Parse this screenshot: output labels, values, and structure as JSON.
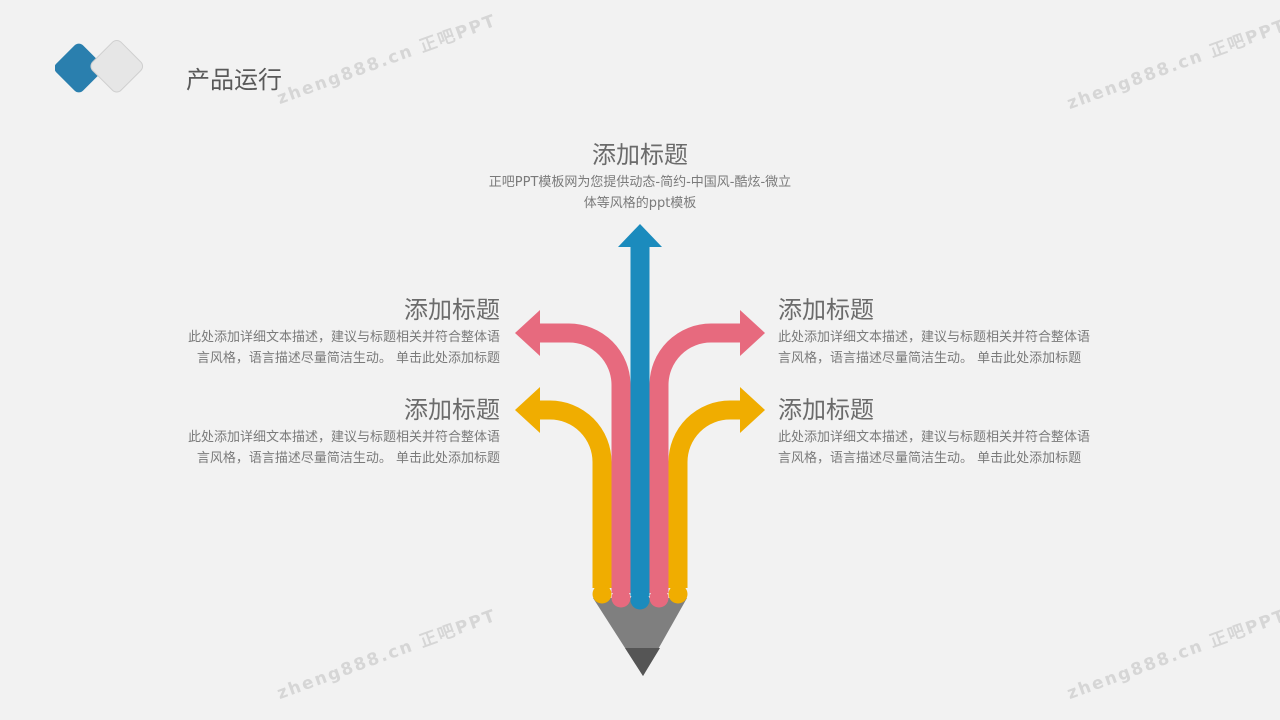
{
  "slide": {
    "title": "产品运行"
  },
  "watermark": "zheng888.cn 正吧PPT",
  "top": {
    "heading": "添加标题",
    "body_line1": "正吧PPT模板网为您提供动态-简约-中国风-酷炫-微立",
    "body_line2": "体等风格的ppt模板"
  },
  "items": [
    {
      "heading": "添加标题",
      "body_line1": "此处添加详细文本描述，建议与标题相关并符合整体语",
      "body_line2": "言风格，语言描述尽量简洁生动。  单击此处添加标题"
    },
    {
      "heading": "添加标题",
      "body_line1": "此处添加详细文本描述，建议与标题相关并符合整体语",
      "body_line2": "言风格，语言描述尽量简洁生动。  单击此处添加标题"
    },
    {
      "heading": "添加标题",
      "body_line1": "此处添加详细文本描述，建议与标题相关并符合整体语",
      "body_line2": "言风格，语言描述尽量简洁生动。  单击此处添加标题"
    },
    {
      "heading": "添加标题",
      "body_line1": "此处添加详细文本描述，建议与标题相关并符合整体语",
      "body_line2": "言风格，语言描述尽量简洁生动。  单击此处添加标题"
    }
  ],
  "colors": {
    "blue": "#1b8bbd",
    "pink": "#e76a7e",
    "yellow": "#f0ad00",
    "pencil": "#7f7f7f",
    "tip": "#555555"
  }
}
